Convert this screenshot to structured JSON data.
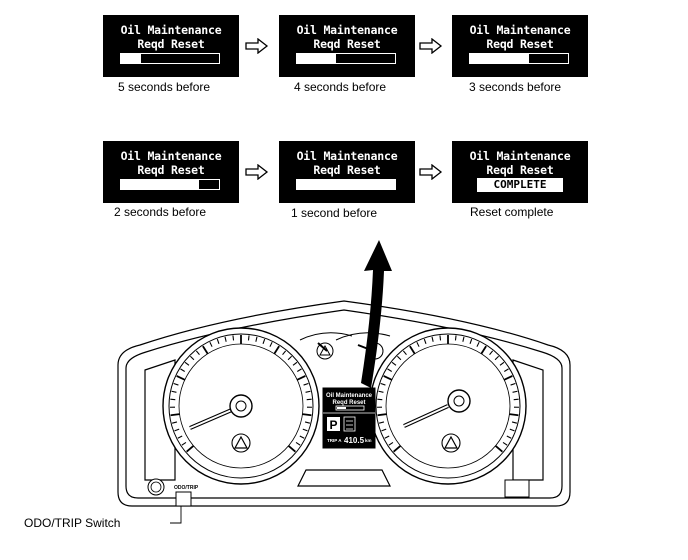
{
  "screens": [
    {
      "line1": "Oil Maintenance",
      "line2": "Reqd Reset",
      "progress": 0.2,
      "caption": "5 seconds before"
    },
    {
      "line1": "Oil Maintenance",
      "line2": "Reqd Reset",
      "progress": 0.4,
      "caption": "4 seconds before"
    },
    {
      "line1": "Oil Maintenance",
      "line2": "Reqd Reset",
      "progress": 0.6,
      "caption": "3 seconds before"
    },
    {
      "line1": "Oil Maintenance",
      "line2": "Reqd Reset",
      "progress": 0.8,
      "caption": "2 seconds before"
    },
    {
      "line1": "Oil Maintenance",
      "line2": "Reqd Reset",
      "progress": 1.0,
      "caption": "1 second before"
    },
    {
      "line1": "Oil Maintenance",
      "line2": "Reqd Reset",
      "status": "COMPLETE",
      "caption": "Reset complete"
    }
  ],
  "cluster": {
    "display_line1": "Oil Maintenance",
    "display_line2": "Reqd Reset",
    "gear": "P",
    "trip_label": "TRIP A",
    "trip_value": "410.5",
    "trip_unit": "km",
    "switch_label": "ODO/TRIP",
    "callout": "ODO/TRIP Switch"
  }
}
